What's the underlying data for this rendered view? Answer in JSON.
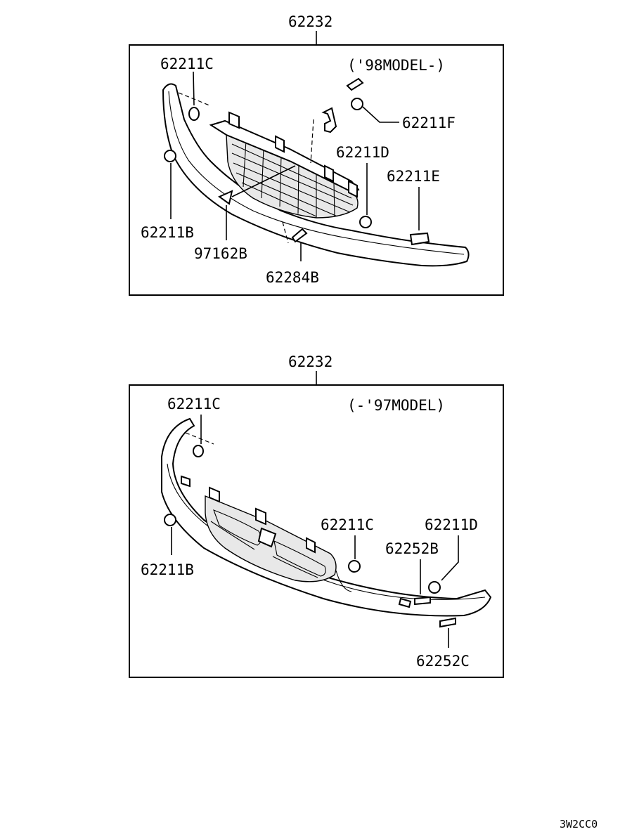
{
  "diagram_top": {
    "assembly_label": "62232",
    "model_note": "('98MODEL-)",
    "parts": {
      "c": "62211C",
      "f": "62211F",
      "d": "62211D",
      "e": "62211E",
      "b": "62211B",
      "emblem": "97162B",
      "screw": "62284B"
    }
  },
  "diagram_bottom": {
    "assembly_label": "62232",
    "model_note": "(-'97MODEL)",
    "parts": {
      "c_top": "62211C",
      "c_mid": "62211C",
      "d": "62211D",
      "tape_b": "62252B",
      "b": "62211B",
      "tape_c": "62252C"
    }
  },
  "footer_code": "3W2CC0"
}
